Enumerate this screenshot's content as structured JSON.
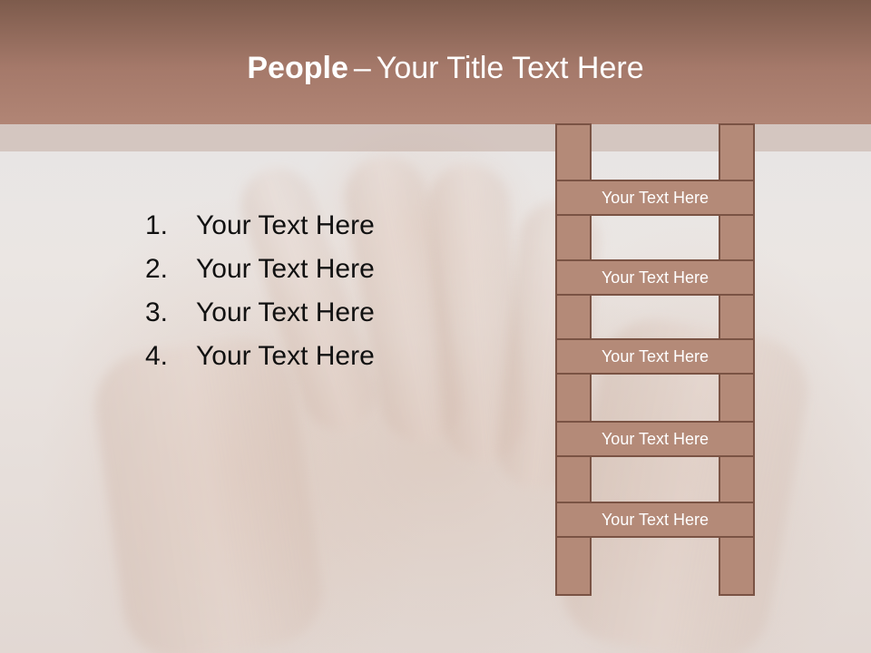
{
  "slide": {
    "title_bold": "People",
    "title_dash": "–",
    "title_rest": "Your Title Text Here",
    "list": [
      {
        "num": "1.",
        "text": "Your Text Here"
      },
      {
        "num": "2.",
        "text": "Your Text Here"
      },
      {
        "num": "3.",
        "text": "Your Text Here"
      },
      {
        "num": "4.",
        "text": "Your Text Here"
      }
    ],
    "ladder_rungs": [
      "Your Text Here",
      "Your Text Here",
      "Your Text Here",
      "Your Text Here",
      "Your Text Here"
    ]
  },
  "colors": {
    "title_band": "#a5796a",
    "ladder_fill": "#b48a78",
    "ladder_border": "#7a5344",
    "title_text": "#ffffff",
    "body_text": "#111111"
  },
  "background_image": "hands-photo"
}
